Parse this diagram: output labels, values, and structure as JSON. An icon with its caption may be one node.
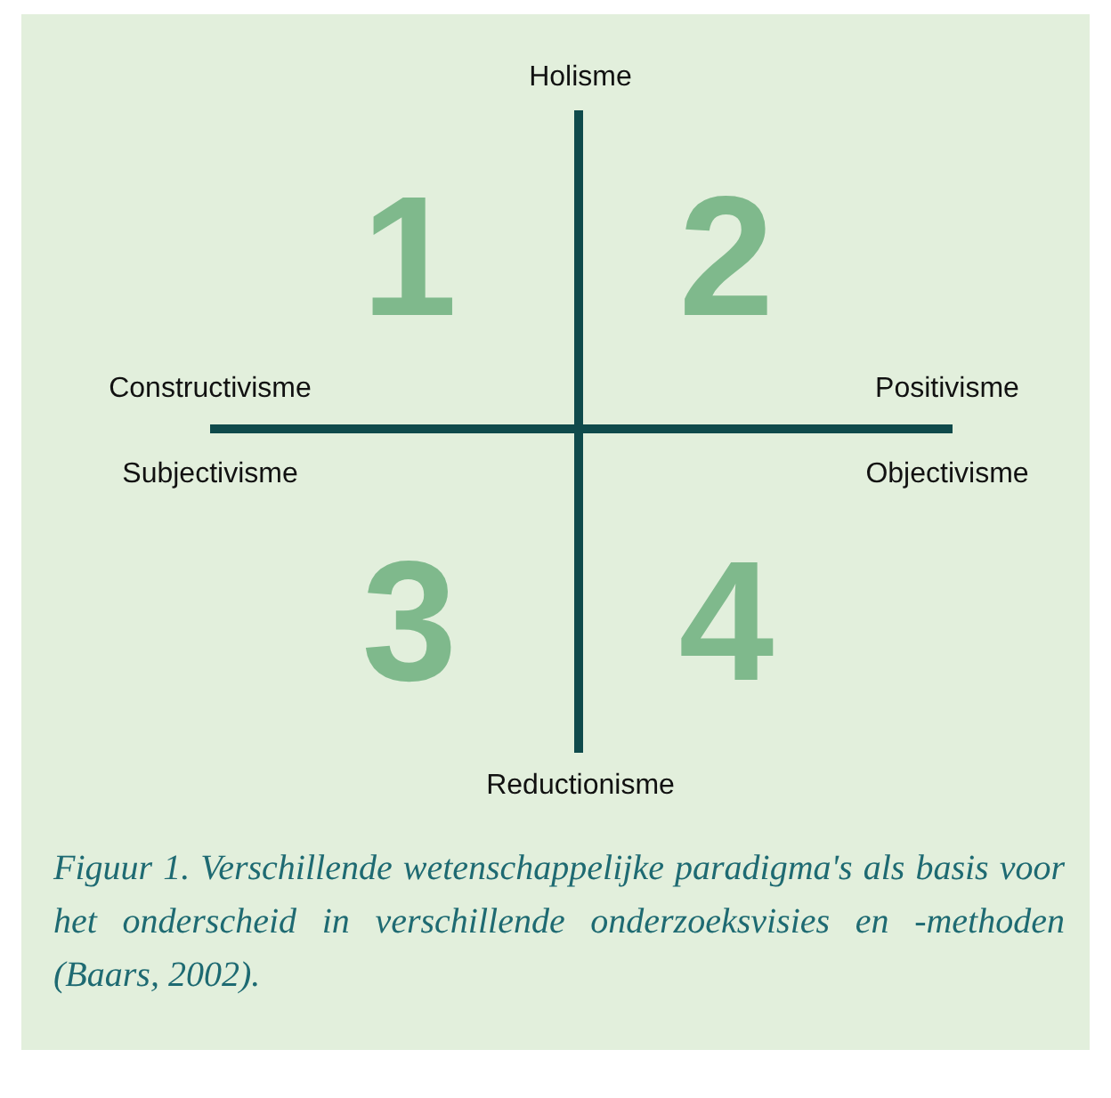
{
  "diagram": {
    "caption": "Figuur 1. Verschillende wetenschappelijke paradigma's als basis voor het onderscheid in verschillende onderzoeksvisies en -methoden (Baars, 2002).",
    "labels": [
      "Holisme",
      "1",
      "2",
      "Constructivisme",
      "Positivisme",
      "Subjectivisme",
      "Objectivisme",
      "3",
      "4",
      "Reductionisme"
    ]
  }
}
